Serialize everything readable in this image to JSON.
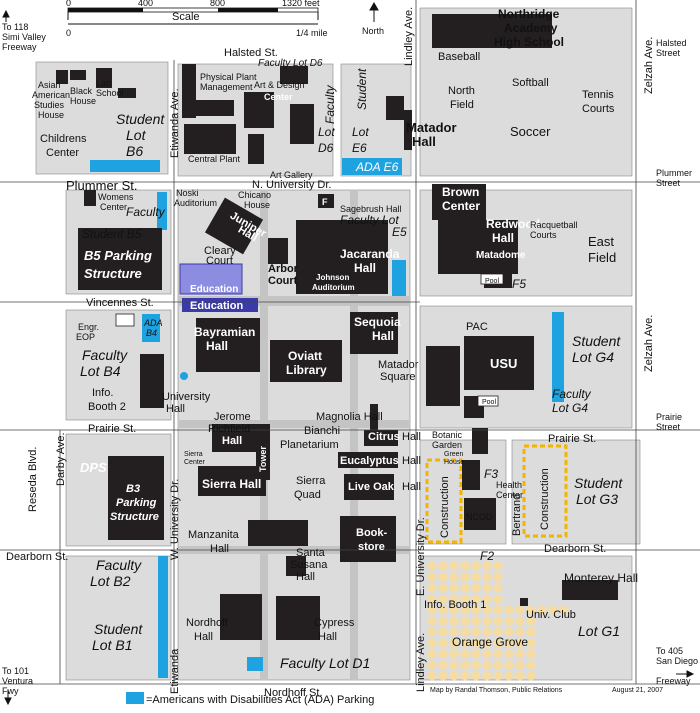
{
  "scale": {
    "title": "Scale",
    "ticks_top": [
      "0",
      "400",
      "800",
      "1320 feet"
    ],
    "ticks_bottom": [
      "0",
      "1/4 mile"
    ],
    "north": "North"
  },
  "offmap": {
    "nw": [
      "To 118",
      "Simi Valley",
      "Freeway"
    ],
    "sw": [
      "To 101",
      "Ventura",
      "Fwy"
    ],
    "se": [
      "To 405",
      "San Diego",
      "Freeway"
    ],
    "halsted_e": [
      "Halsted",
      "Street"
    ],
    "plummer_e": [
      "Plummer",
      "Street"
    ],
    "prairie_e": [
      "Prairie",
      "Street"
    ]
  },
  "streets": {
    "halsted": "Halsted St.",
    "plummer": "Plummer St.",
    "n_university": "N. University Dr.",
    "vincennes": "Vincennes St.",
    "prairie_w": "Prairie St.",
    "prairie_e": "Prairie St.",
    "dearborn_w": "Dearborn St.",
    "dearborn_e": "Dearborn St.",
    "nordhoff": "Nordhoff St.",
    "reseda": "Reseda Blvd.",
    "darby": "Darby Ave.",
    "w_university": "W. University Dr.",
    "etiwanda_n": "Etiwanda Ave.",
    "etiwanda_s": "Etiwanda",
    "lindley_n": "Lindley Ave.",
    "lindley_s": "Lindley Ave.",
    "e_university": "E. University Dr.",
    "zelzah_n": "Zelzah Ave.",
    "zelzah_s": "Zelzah Ave.",
    "bertrand": "Bertrand"
  },
  "places": {
    "northridge_academy": [
      "Northridge",
      "Academy",
      "High School"
    ],
    "baseball": "Baseball",
    "softball": "Softball",
    "north_field": [
      "North",
      "Field"
    ],
    "soccer": "Soccer",
    "tennis": [
      "Tennis",
      "Courts"
    ],
    "asian_american": [
      "Asian",
      "American",
      "Studies",
      "House"
    ],
    "black_house": [
      "Black",
      "House"
    ],
    "lab_school": [
      "Lab",
      "School"
    ],
    "childrens_center": [
      "Childrens",
      "Center"
    ],
    "physical_plant": [
      "Physical Plant",
      "Management"
    ],
    "faculty_lot_d6_top": "Faculty Lot D6",
    "art_design": [
      "Art & Design",
      "Center"
    ],
    "central_plant": "Central Plant",
    "art_gallery": "Art Gallery",
    "faculty_lot_d6": [
      "Faculty",
      "Lot",
      "D6"
    ],
    "student_lot_e6": [
      "Student",
      "Lot",
      "E6"
    ],
    "matador_hall": [
      "Matador",
      "Hall"
    ],
    "ada_e6": "ADA E6",
    "student_lot_b6": [
      "Student",
      "Lot",
      "B6"
    ],
    "womens_center": [
      "Womens",
      "Center"
    ],
    "faculty_b5": "Faculty",
    "student_b5": "Student B5",
    "b5_parking": [
      "B5 Parking",
      "Structure"
    ],
    "noski": [
      "Noski",
      "Auditorium"
    ],
    "chicano_house": [
      "Chicano",
      "House"
    ],
    "juniper_hall": [
      "Juniper",
      "Hall"
    ],
    "cleary_court": [
      "Cleary",
      "Court"
    ],
    "sagebrush_hall": "Sagebrush Hall",
    "f_marker": "F",
    "faculty_lot_e5": [
      "Faculty Lot",
      "E5"
    ],
    "jacaranda_hall": [
      "Jacaranda",
      "Hall"
    ],
    "johnson_aud": [
      "Johnson",
      "Auditorium"
    ],
    "arbor_court": [
      "Arbor",
      "Court"
    ],
    "education_bldg": "Education",
    "education_label": "Education",
    "brown_center": [
      "Brown",
      "Center"
    ],
    "redwood_hall": [
      "Redwood",
      "Hall"
    ],
    "matadome": "Matadome",
    "racquetball": [
      "Racquetball",
      "Courts"
    ],
    "pool_f5": "Pool",
    "f5": "F5",
    "east_field": [
      "East",
      "Field"
    ],
    "engr_eop": [
      "Engr.",
      "EOP"
    ],
    "ada_b4": [
      "ADA",
      "B4"
    ],
    "faculty_lot_b4": [
      "Faculty",
      "Lot B4"
    ],
    "info_booth_2": [
      "Info.",
      "Booth 2"
    ],
    "university_hall": [
      "University",
      "Hall"
    ],
    "bayramian_hall": [
      "Bayramian",
      "Hall"
    ],
    "oviatt_library": [
      "Oviatt",
      "Library"
    ],
    "sequoia_hall": [
      "Sequoia",
      "Hall"
    ],
    "matador_square": [
      "Matador",
      "Square"
    ],
    "magnolia_hall": "Magnolia Hall",
    "pac": "PAC",
    "usu": "USU",
    "pool_usu": "Pool",
    "student_lot_g4": [
      "Student",
      "Lot G4"
    ],
    "faculty_lot_g4": [
      "Faculty",
      "Lot G4"
    ],
    "jerome_richfield": [
      "Jerome",
      "Richfield",
      "Hall"
    ],
    "tower": "Tower",
    "sierra_center": [
      "Sierra",
      "Center"
    ],
    "bianchi": [
      "Bianchi",
      "Planetarium"
    ],
    "citrus_hall": [
      "Citrus",
      "Hall"
    ],
    "botanic_garden": [
      "Botanic",
      "Garden"
    ],
    "green_house": [
      "Green",
      "House"
    ],
    "eucalyptus_hall": [
      "Eucalyptus",
      "Hall"
    ],
    "sierra_hall": "Sierra Hall",
    "sierra_quad": [
      "Sierra",
      "Quad"
    ],
    "live_oak_hall": [
      "Live Oak",
      "Hall"
    ],
    "dps": "DPS",
    "b3_parking": [
      "B3",
      "Parking",
      "Structure"
    ],
    "construction_w": "Construction",
    "construction_e": "Construction",
    "f3": "F3",
    "health_center": [
      "Health",
      "Center"
    ],
    "ncod": "NCOD",
    "f2": "F2",
    "student_lot_g3": [
      "Student",
      "Lot G3"
    ],
    "manzanita_hall": [
      "Manzanita",
      "Hall"
    ],
    "santa_susana": [
      "Santa",
      "Susana",
      "Hall"
    ],
    "bookstore": [
      "Book-",
      "store"
    ],
    "faculty_lot_b2": [
      "Faculty",
      "Lot B2"
    ],
    "student_lot_b1": [
      "Student",
      "Lot B1"
    ],
    "nordhoff_hall": [
      "Nordhoff",
      "Hall"
    ],
    "cypress_hall": [
      "Cypress",
      "Hall"
    ],
    "faculty_lot_d1": "Faculty Lot D1",
    "info_booth_1": "Info. Booth 1",
    "orange_grove": "Orange Grove",
    "univ_club": "Univ. Club",
    "monterey_hall": "Monterey Hall",
    "lot_g1": "Lot G1"
  },
  "legend": {
    "ada": "=Americans with Disabilities Act (ADA) Parking",
    "credit": "Map by Randal Thomson, Public Relations",
    "date": "August 21, 2007"
  },
  "colors": {
    "ada_blue": "#1fa3e0",
    "building": "#231f20",
    "campus_gray": "#dcdcdc",
    "path": "#bdbdbd",
    "education_purple": "#3a3aa8",
    "orange_grove": "#f6dca0",
    "construction": "#f2b400"
  }
}
